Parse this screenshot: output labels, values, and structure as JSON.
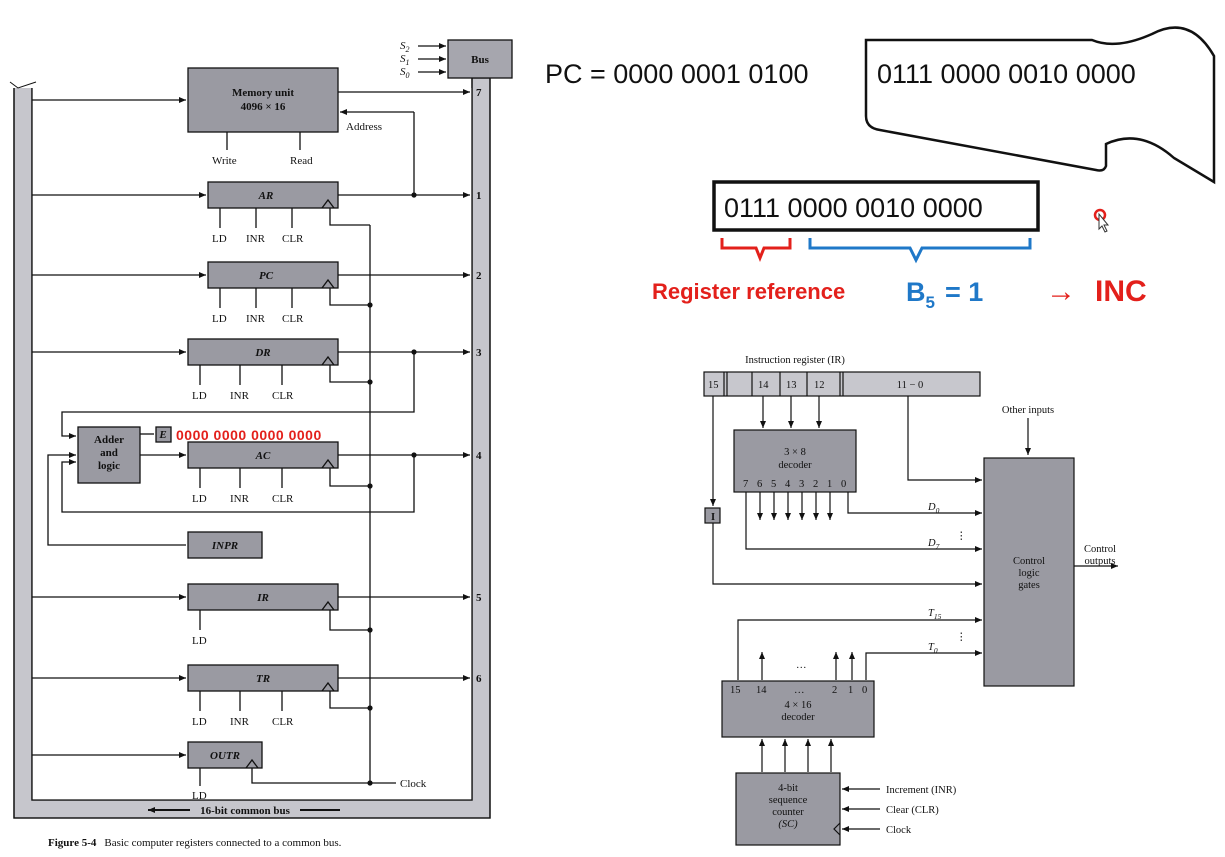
{
  "left_figure": {
    "select_lines": [
      "S",
      "S",
      "S"
    ],
    "select_subs": [
      "2",
      "1",
      "0"
    ],
    "bus_label": "Bus",
    "memory": {
      "title": "Memory unit",
      "size": "4096 × 16",
      "address": "Address",
      "write": "Write",
      "read": "Read"
    },
    "registers": [
      {
        "name": "AR",
        "controls": [
          "LD",
          "INR",
          "CLR"
        ],
        "bus_index": "1"
      },
      {
        "name": "PC",
        "controls": [
          "LD",
          "INR",
          "CLR"
        ],
        "bus_index": "2"
      },
      {
        "name": "DR",
        "controls": [
          "LD",
          "INR",
          "CLR"
        ],
        "bus_index": "3"
      },
      {
        "name": "AC",
        "controls": [
          "LD",
          "INR",
          "CLR"
        ],
        "bus_index": "4"
      },
      {
        "name": "INPR",
        "controls": [],
        "bus_index": ""
      },
      {
        "name": "IR",
        "controls": [
          "LD"
        ],
        "bus_index": "5"
      },
      {
        "name": "TR",
        "controls": [
          "LD",
          "INR",
          "CLR"
        ],
        "bus_index": "6"
      },
      {
        "name": "OUTR",
        "controls": [
          "LD"
        ],
        "bus_index": ""
      }
    ],
    "memory_bus_index": "7",
    "adder": [
      "Adder",
      "and",
      "logic"
    ],
    "e_label": "E",
    "ac_value": "0000 0000 0000 0000",
    "clock": "Clock",
    "bus_bottom": "16-bit common bus",
    "caption_prefix": "Figure 5-4",
    "caption_text": "Basic computer registers connected to a common bus."
  },
  "annotations": {
    "pc_line": "PC = 0000 0001 0100",
    "memory_word": "0111 0000 0010 0000",
    "instruction": "0111 0000 0010 0000",
    "register_reference": "Register reference",
    "b5_base": "B",
    "b5_sub": "5",
    "b5_rest": "= 1",
    "arrow": "→",
    "inc": "INC"
  },
  "right_figure": {
    "ir_title": "Instruction register (IR)",
    "ir_fields": [
      "15",
      "14",
      "13",
      "12",
      "11 − 0"
    ],
    "decoder38": {
      "size": "3 × 8",
      "label": "decoder",
      "outputs": [
        "7",
        "6",
        "5",
        "4",
        "3",
        "2",
        "1",
        "0"
      ]
    },
    "i_label": "I",
    "other_inputs": "Other inputs",
    "d0": "D",
    "d0_sub": "0",
    "d7": "D",
    "d7_sub": "7",
    "t15": "T",
    "t15_sub": "15",
    "t0": "T",
    "t0_sub": "0",
    "control_gates": [
      "Control",
      "logic",
      "gates"
    ],
    "control_outputs": [
      "Control",
      "outputs"
    ],
    "decoder416": {
      "size": "4 × 16",
      "label": "decoder",
      "outputs": [
        "15",
        "14",
        "…",
        "2",
        "1",
        "0"
      ]
    },
    "ellipsis": "…",
    "vdots": "⋮",
    "sc": [
      "4-bit",
      "sequence",
      "counter",
      "(SC)"
    ],
    "sc_inputs": [
      "Increment (INR)",
      "Clear (CLR)",
      "Clock"
    ]
  },
  "colors": {
    "accent_red": "#e3201b",
    "accent_blue": "#1f78c8",
    "box_gray": "#9a9aa2",
    "bus_gray": "#b4b4bc"
  }
}
